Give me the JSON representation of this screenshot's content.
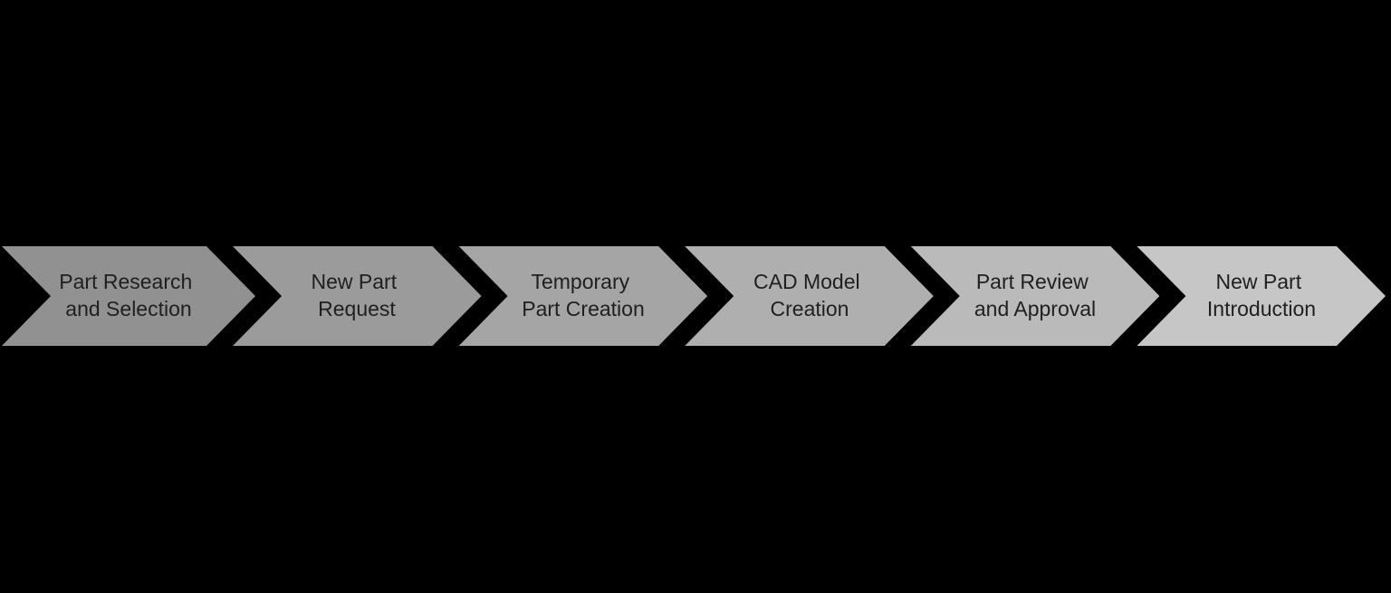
{
  "diagram": {
    "type": "process-flow-chevrons",
    "title": "",
    "background_color": "#000000",
    "text_color": "#1f1f1f",
    "steps": [
      {
        "label": "Part Research and Selection",
        "lines": [
          "Part Research",
          "and Selection"
        ],
        "color": "#919191"
      },
      {
        "label": "New Part Request",
        "lines": [
          "New Part",
          "Request"
        ],
        "color": "#9b9b9b"
      },
      {
        "label": "Temporary Part Creation",
        "lines": [
          "Temporary",
          "Part Creation"
        ],
        "color": "#a5a5a5"
      },
      {
        "label": "CAD Model Creation",
        "lines": [
          "CAD Model",
          "Creation"
        ],
        "color": "#afafaf"
      },
      {
        "label": "Part Review and Approval",
        "lines": [
          "Part Review",
          "and Approval"
        ],
        "color": "#bababa"
      },
      {
        "label": "New Part Introduction",
        "lines": [
          "New Part",
          "Introduction"
        ],
        "color": "#c6c6c6"
      }
    ]
  }
}
